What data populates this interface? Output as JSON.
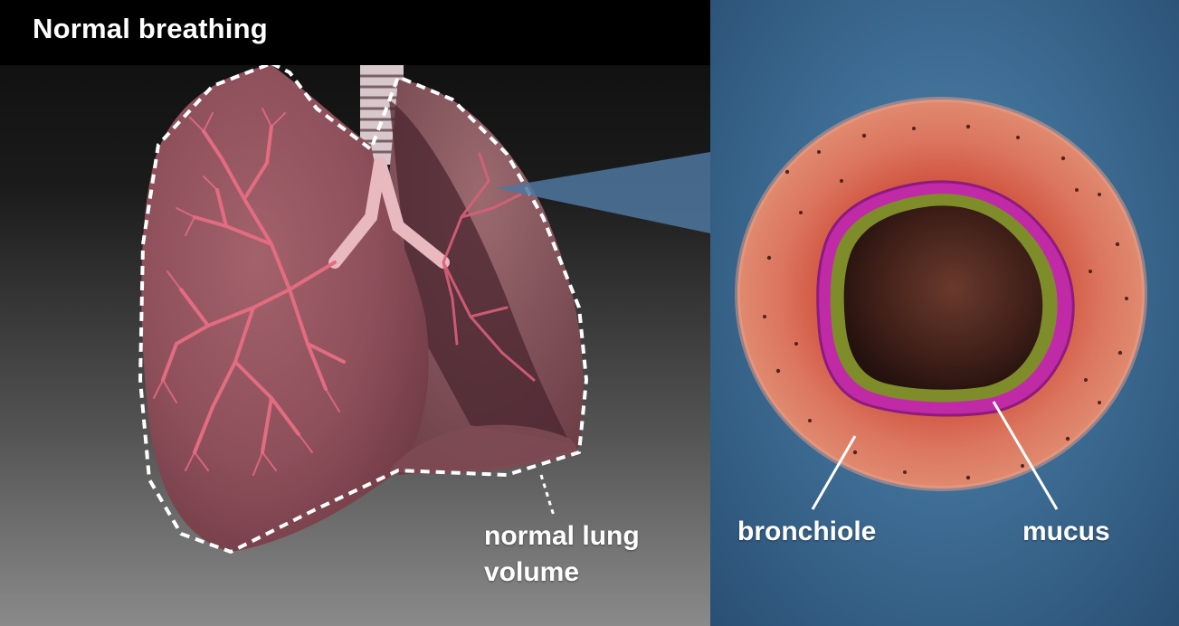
{
  "scene": {
    "title": "Normal breathing",
    "labels": {
      "lung_volume": "normal lung volume",
      "bronchiole": "bronchiole",
      "mucus": "mucus"
    }
  },
  "colors": {
    "lung_tissue": "#9b5a64",
    "airway_branch": "#e36c80",
    "outline": "#ffffff",
    "bronchiole_wall": "#d9705a",
    "inflamed_ring": "#c0281e",
    "epithelium": "#c02aa6",
    "mucus_layer": "#7f8c2a",
    "lumen": "#3a1b16",
    "right_background": "#3e6d95"
  }
}
